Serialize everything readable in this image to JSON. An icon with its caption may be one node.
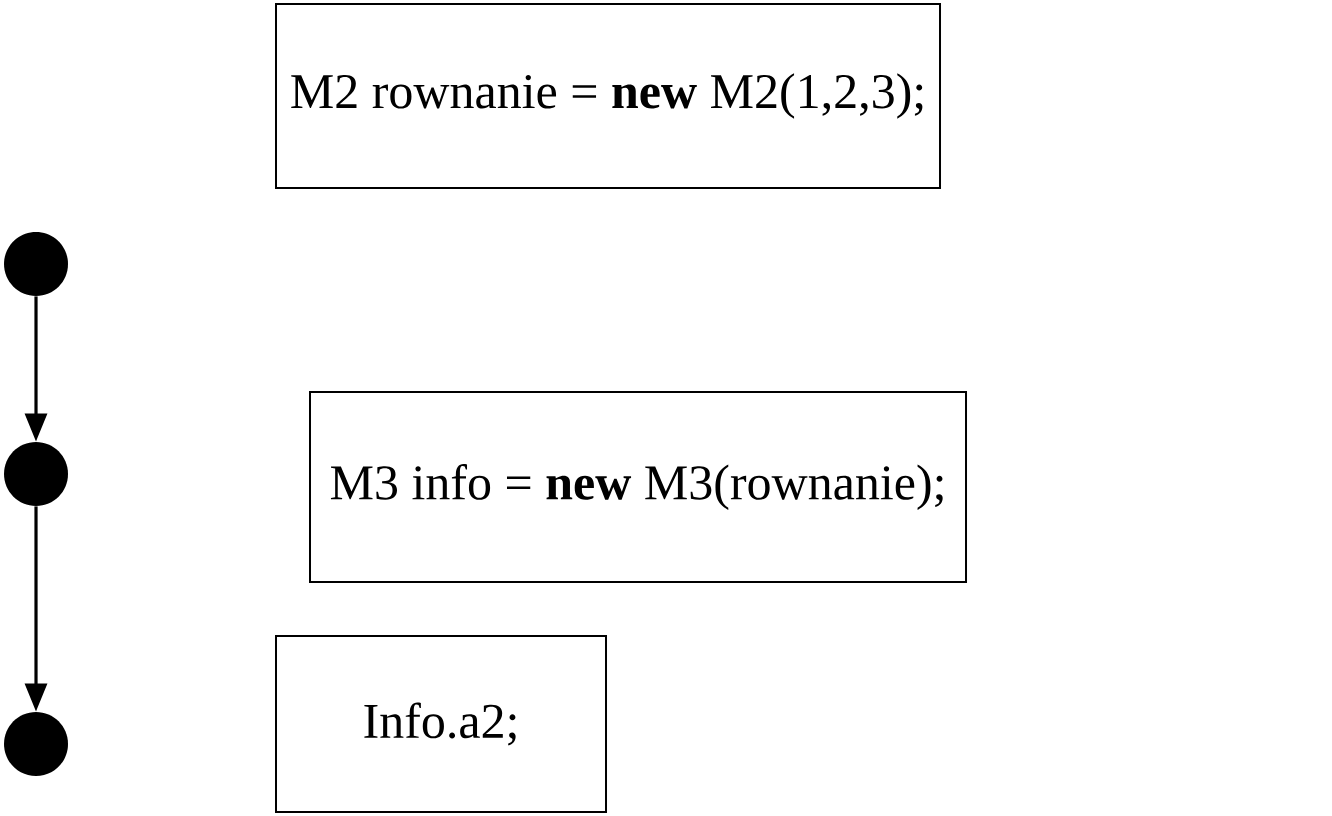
{
  "diagram": {
    "nodes": [
      {
        "text": [
          "M2 rownanie = **new** M2(1,2,3);"
        ]
      },
      {
        "text": [
          "M3 info = **new** M3(rownanie);"
        ]
      },
      {
        "text": [
          "Info.a2;"
        ]
      },
      {
        "text": [],
        "shape": "circle"
      },
      {
        "text": [],
        "shape": "circle"
      },
      {
        "text": [],
        "shape": "circle"
      }
    ],
    "edges": [
      {
        "from": 3,
        "to": 4,
        "arrow": "to"
      },
      {
        "from": 4,
        "to": 5,
        "arrow": "to"
      }
    ]
  }
}
